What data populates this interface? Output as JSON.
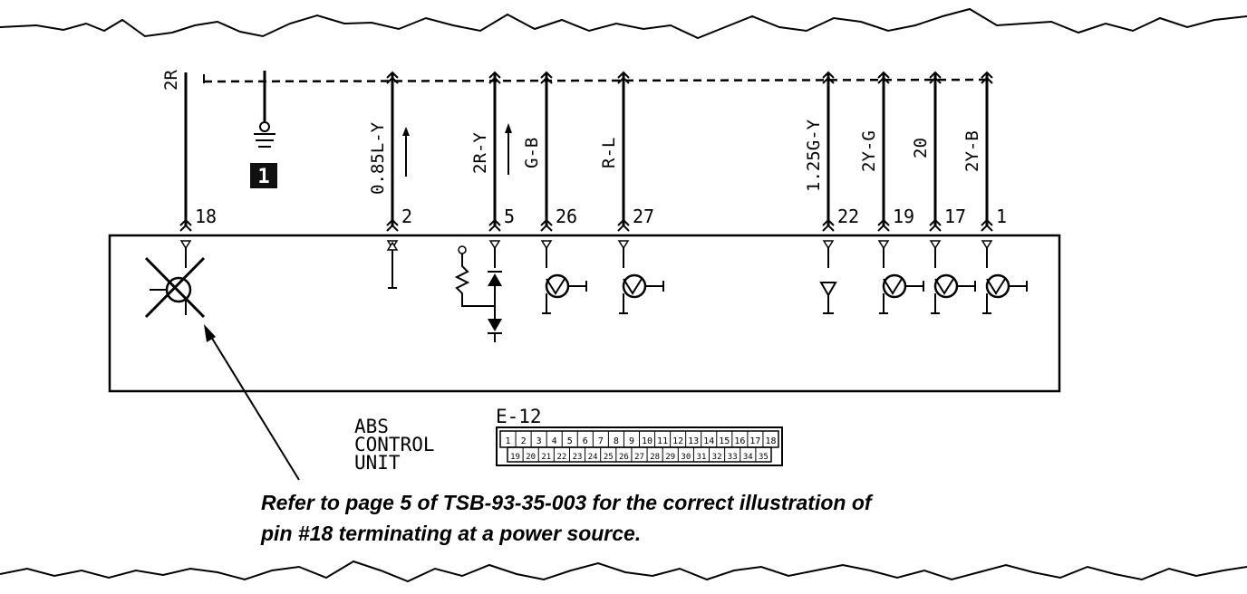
{
  "wires": [
    {
      "id": "w18",
      "label": "2R",
      "pin": "18",
      "symbol": "crossed-transistor"
    },
    {
      "id": "w2",
      "label": "0.85L-Y",
      "pin": "2",
      "symbol": "input"
    },
    {
      "id": "w5",
      "label": "2R-Y",
      "pin": "5",
      "symbol": "diode-resistor"
    },
    {
      "id": "w26",
      "label": "G-B",
      "pin": "26",
      "symbol": "transistor"
    },
    {
      "id": "w27",
      "label": "R-L",
      "pin": "27",
      "symbol": "transistor"
    },
    {
      "id": "w22",
      "label": "1.25G-Y",
      "pin": "22",
      "symbol": "diode"
    },
    {
      "id": "w19",
      "label": "2Y-G",
      "pin": "19",
      "symbol": "transistor"
    },
    {
      "id": "w17",
      "label": "20",
      "pin": "17",
      "symbol": "transistor"
    },
    {
      "id": "w1",
      "label": "2Y-B",
      "pin": "1",
      "symbol": "transistor"
    }
  ],
  "ground_badge": "1",
  "unit": {
    "lines": [
      "ABS",
      "CONTROL",
      "UNIT"
    ],
    "connector_id": "E-12"
  },
  "connector": {
    "top_row": [
      "1",
      "2",
      "3",
      "4",
      "5",
      "6",
      "7",
      "8",
      "9",
      "10",
      "11",
      "12",
      "13",
      "14",
      "15",
      "16",
      "17",
      "18"
    ],
    "bottom_row": [
      "19",
      "20",
      "21",
      "22",
      "23",
      "24",
      "25",
      "26",
      "27",
      "28",
      "29",
      "30",
      "31",
      "32",
      "33",
      "34",
      "35"
    ]
  },
  "note": {
    "line1": "Refer to page 5 of TSB-93-35-003 for the correct illustration of",
    "line2": "pin #18 terminating at a power source."
  }
}
